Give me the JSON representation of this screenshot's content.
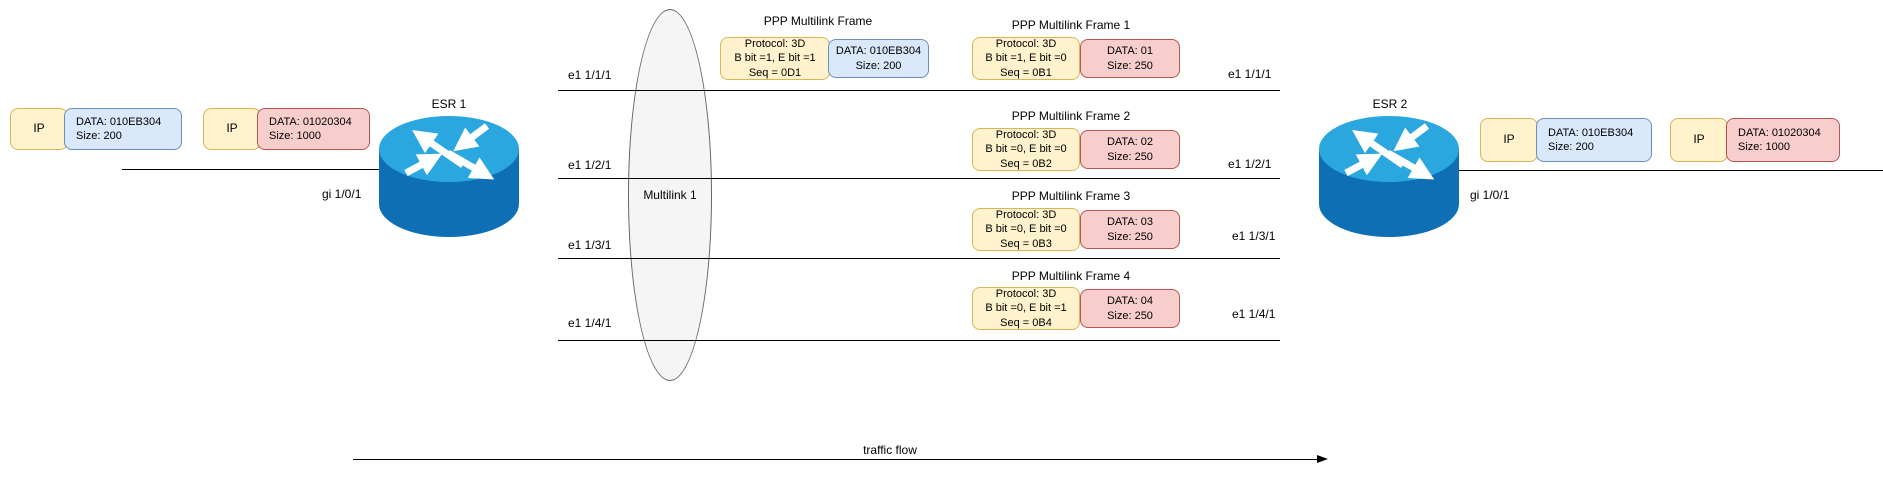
{
  "routers": {
    "esr1": {
      "label": "ESR 1",
      "interface": "gi 1/0/1"
    },
    "esr2": {
      "label": "ESR 2",
      "interface": "gi 1/0/1"
    }
  },
  "multilink_label": "Multilink 1",
  "packets": {
    "left": [
      {
        "header": "IP",
        "data": "DATA: 010EB304",
        "size": "Size: 200"
      },
      {
        "header": "IP",
        "data": "DATA: 01020304",
        "size": "Size: 1000"
      }
    ],
    "right": [
      {
        "header": "IP",
        "data": "DATA: 010EB304",
        "size": "Size: 200"
      },
      {
        "header": "IP",
        "data": "DATA: 01020304",
        "size": "Size: 1000"
      }
    ]
  },
  "links": {
    "left_labels": [
      "e1 1/1/1",
      "e1 1/2/1",
      "e1 1/3/1",
      "e1 1/4/1"
    ],
    "right_labels": [
      "e1 1/1/1",
      "e1 1/2/1",
      "e1 1/3/1",
      "e1 1/4/1"
    ]
  },
  "top_frame": {
    "title": "PPP Multilink Frame",
    "protocol": "Protocol: 3D",
    "bits": "B bit =1, E bit =1",
    "seq": "Seq = 0D1",
    "data": "DATA: 010EB304",
    "size": "Size: 200"
  },
  "frames": [
    {
      "title": "PPP Multilink Frame 1",
      "protocol": "Protocol: 3D",
      "bits": "B bit =1, E bit =0",
      "seq": "Seq = 0B1",
      "data": "DATA: 01",
      "size": "Size: 250"
    },
    {
      "title": "PPP Multilink Frame 2",
      "protocol": "Protocol: 3D",
      "bits": "B bit =0, E bit =0",
      "seq": "Seq = 0B2",
      "data": "DATA: 02",
      "size": "Size: 250"
    },
    {
      "title": "PPP Multilink Frame 3",
      "protocol": "Protocol: 3D",
      "bits": "B bit =0, E bit =0",
      "seq": "Seq = 0B3",
      "data": "DATA: 03",
      "size": "Size: 250"
    },
    {
      "title": "PPP Multilink Frame 4",
      "protocol": "Protocol: 3D",
      "bits": "B bit =0, E bit =1",
      "seq": "Seq = 0B4",
      "data": "DATA: 04",
      "size": "Size: 250"
    }
  ],
  "traffic_flow_label": "traffic flow",
  "colors": {
    "packet_header_fill": "#FFF2CC",
    "packet_header_stroke": "#D6B656",
    "data_blue_fill": "#DAE8FC",
    "data_blue_stroke": "#6C8EBF",
    "data_red_fill": "#F8CECC",
    "data_red_stroke": "#B85450",
    "multilink_fill": "#F5F5F5",
    "router_top": "#2BA7E0",
    "router_body": "#0F6FB4"
  }
}
